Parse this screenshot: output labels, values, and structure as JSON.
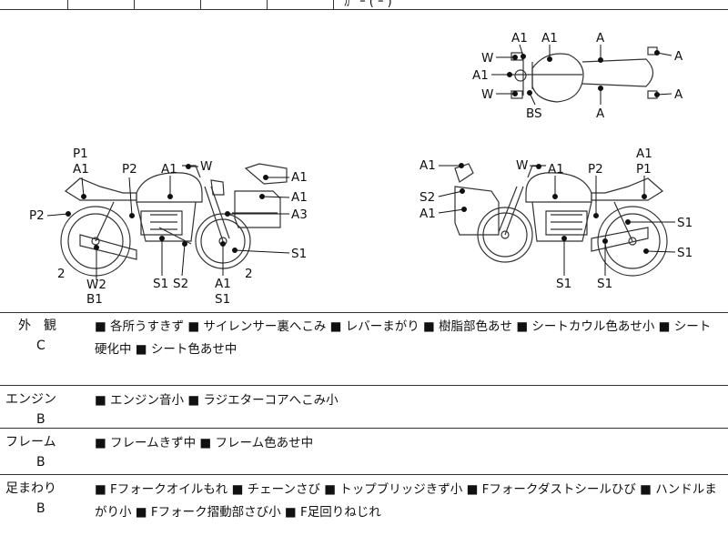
{
  "top_strip": {
    "visible_fragment": "ｶﾞ ｰ ( ｰ )"
  },
  "diagram": {
    "side_left_labels": [
      "P1",
      "A1",
      "P2",
      "A1",
      "W",
      "A1",
      "A1",
      "A3",
      "P2",
      "S1",
      "2",
      "W2",
      "B1",
      "S1",
      "S2",
      "A1",
      "S1",
      "2"
    ],
    "top_view_labels": [
      "A1",
      "A1",
      "A",
      "W",
      "A1",
      "W",
      "BS",
      "A",
      "A",
      "A"
    ],
    "side_right_labels": [
      "A1",
      "W",
      "A1",
      "P2",
      "A1",
      "P1",
      "S2",
      "A1",
      "S1",
      "S1",
      "S1",
      "S1"
    ]
  },
  "sections": [
    {
      "name": "外　観",
      "grade": "C",
      "text": "■ 各所うすきず ■ サイレンサー裏へこみ ■ レバーまがり ■ 樹脂部色あせ ■ シートカウル色あせ小 ■ シート硬化中 ■ シート色あせ中"
    },
    {
      "name": "エンジン",
      "grade": "B",
      "text": "■ エンジン音小 ■ ラジエターコアへこみ小"
    },
    {
      "name": "フレーム",
      "grade": "B",
      "text": "■ フレームきず中 ■ フレーム色あせ中"
    },
    {
      "name": "足まわり",
      "grade": "B",
      "text": "■ Fフォークオイルもれ ■ チェーンさび ■ トップブリッジきず小 ■ Fフォークダストシールひび ■ ハンドルまがり小 ■ Fフォーク摺動部さび小 ■ F足回りねじれ"
    }
  ]
}
